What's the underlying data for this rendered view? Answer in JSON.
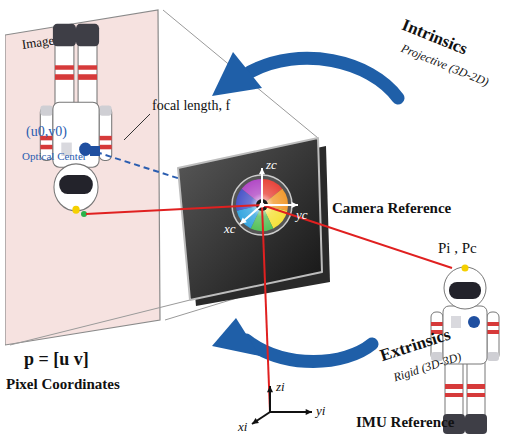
{
  "diagram": {
    "nodes": [
      {
        "text": [
          "Image Plane"
        ]
      }
    ],
    "labels": [
      "Intrinsics",
      "Projective (3D-2D)",
      "focal length, f",
      "(u0,v0)",
      "Optical Center",
      "zc",
      "xc",
      "yc",
      "Camera Reference",
      "p = [u v]",
      "Pixel Coordinates",
      "Pi , Pc",
      "Extrinsics",
      "Rigid (3D-3D)",
      "zi",
      "xi",
      "yi",
      "IMU Reference"
    ]
  }
}
